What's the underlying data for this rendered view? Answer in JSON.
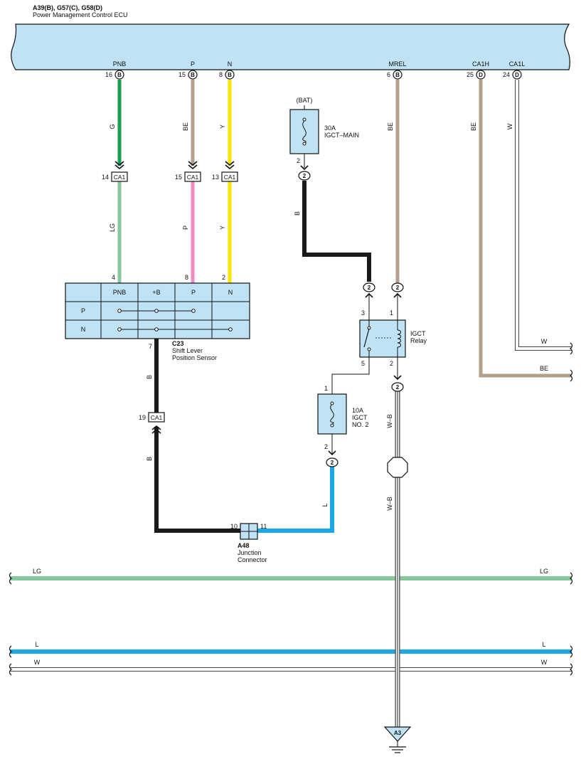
{
  "ecu": {
    "title": "A39(B), G57(C), G58(D)",
    "name": "Power Management Control ECU",
    "pins": [
      {
        "label": "PNB",
        "num": "16",
        "conn": "B"
      },
      {
        "label": "P",
        "num": "15",
        "conn": "B"
      },
      {
        "label": "N",
        "num": "8",
        "conn": "B"
      },
      {
        "label": "MREL",
        "num": "6",
        "conn": "B"
      },
      {
        "label": "CA1H",
        "num": "25",
        "conn": "D"
      },
      {
        "label": "CA1L",
        "num": "24",
        "conn": "D"
      }
    ]
  },
  "colors": {
    "ecu_fill": "#bfe3f5",
    "box_fill": "#bfe3f5",
    "G": "#1aa052",
    "LG": "#86c79b",
    "BE": "#b49f88",
    "P": "#f08cbc",
    "Y": "#fde400",
    "B": "#1a1a1a",
    "L": "#1aa9e6",
    "W": "#ffffff"
  },
  "wire_labels": {
    "pnb_upper": "G",
    "p_upper": "BE",
    "n_upper": "Y",
    "pnb_lower": "LG",
    "p_lower": "P",
    "n_lower": "Y",
    "mrel": "BE",
    "ca1h": "BE",
    "ca1l": "W",
    "bat": "B",
    "c23_out_upper": "B",
    "c23_out_lower": "B",
    "fuse2_out": "L",
    "relay_out_upper": "W–B",
    "relay_out_lower": "W–B"
  },
  "ca1_connectors": [
    {
      "num": "14",
      "label": "CA1"
    },
    {
      "num": "15",
      "label": "CA1"
    },
    {
      "num": "13",
      "label": "CA1"
    },
    {
      "num": "19",
      "label": "CA1"
    }
  ],
  "pin_numbers": {
    "c23_pnb": "4",
    "c23_p": "8",
    "c23_n": "2",
    "c23_out": "7",
    "fuse_main_out": "2",
    "fuse_main_conn": "2",
    "relay_in_left": "2",
    "relay_in_right": "2",
    "relay_pin3": "3",
    "relay_pin1": "1",
    "relay_pin5": "5",
    "relay_pin2": "2",
    "relay_out_conn": "2",
    "fuse2_in": "1",
    "fuse2_out": "2",
    "fuse2_conn": "2",
    "a48_in": "10",
    "a48_out": "11"
  },
  "c23": {
    "id": "C23",
    "name_line1": "Shift Lever",
    "name_line2": "Position Sensor",
    "columns": [
      "PNB",
      "+B",
      "P",
      "N"
    ],
    "rows": [
      "P",
      "N"
    ]
  },
  "fuse_main": {
    "source": "(BAT)",
    "rating": "30A",
    "name": "IGCT–MAIN"
  },
  "fuse_igct": {
    "rating": "10A",
    "name_line1": "IGCT",
    "name_line2": "NO. 2"
  },
  "relay": {
    "name_line1": "IGCT",
    "name_line2": "Relay"
  },
  "a48": {
    "id": "A48",
    "name_line1": "Junction",
    "name_line2": "Connector"
  },
  "bus_lines": {
    "ca1l_out": "W",
    "ca1h_out": "BE",
    "lg_left": "LG",
    "lg_right": "LG",
    "l_left": "L",
    "l_right": "L",
    "w_left": "W",
    "w_right": "W"
  },
  "ground": {
    "label": "A3"
  }
}
